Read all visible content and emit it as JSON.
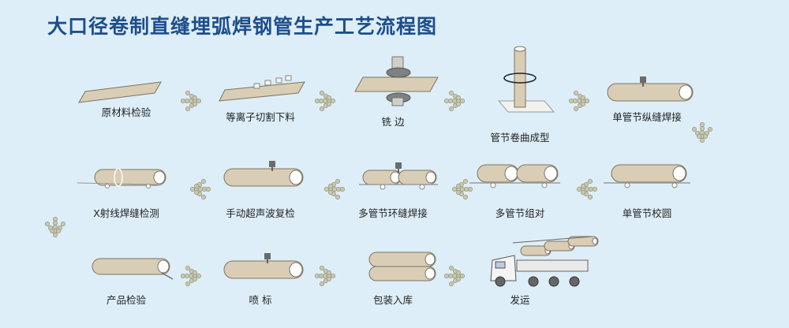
{
  "title": "大口径卷制直缝埋弧焊钢管生产工艺流程图",
  "colors": {
    "background": "#ddeef8",
    "title": "#1e4e8a",
    "pipe": "#d9cdb6",
    "pipe_stroke": "#7d7462",
    "arrow": "#c8c8b0",
    "arrow_dark": "#8a8a70"
  },
  "steps": [
    {
      "label": "原材料检验",
      "illustration": "plate"
    },
    {
      "label": "等离子切割下料",
      "illustration": "plasma-cut-plate"
    },
    {
      "label": "铣  边",
      "illustration": "edge-milling"
    },
    {
      "label": "管节卷曲成型",
      "illustration": "roll-forming"
    },
    {
      "label": "单管节纵缝焊接",
      "illustration": "pipe-with-welder"
    },
    {
      "label": "单管节校圆",
      "illustration": "pipe-on-rollers"
    },
    {
      "label": "多管节组对",
      "illustration": "two-pipes-on-rail"
    },
    {
      "label": "多管节环缝焊接",
      "illustration": "two-pipes-with-welder"
    },
    {
      "label": "手动超声波复检",
      "illustration": "pipe-with-probe"
    },
    {
      "label": "X射线焊缝检测",
      "illustration": "pipe-xray"
    },
    {
      "label": "产品检验",
      "illustration": "pipe-inspection"
    },
    {
      "label": "喷  标",
      "illustration": "pipe-with-marker"
    },
    {
      "label": "包装入库",
      "illustration": "stacked-pipes"
    },
    {
      "label": "发运",
      "illustration": "truck"
    }
  ]
}
